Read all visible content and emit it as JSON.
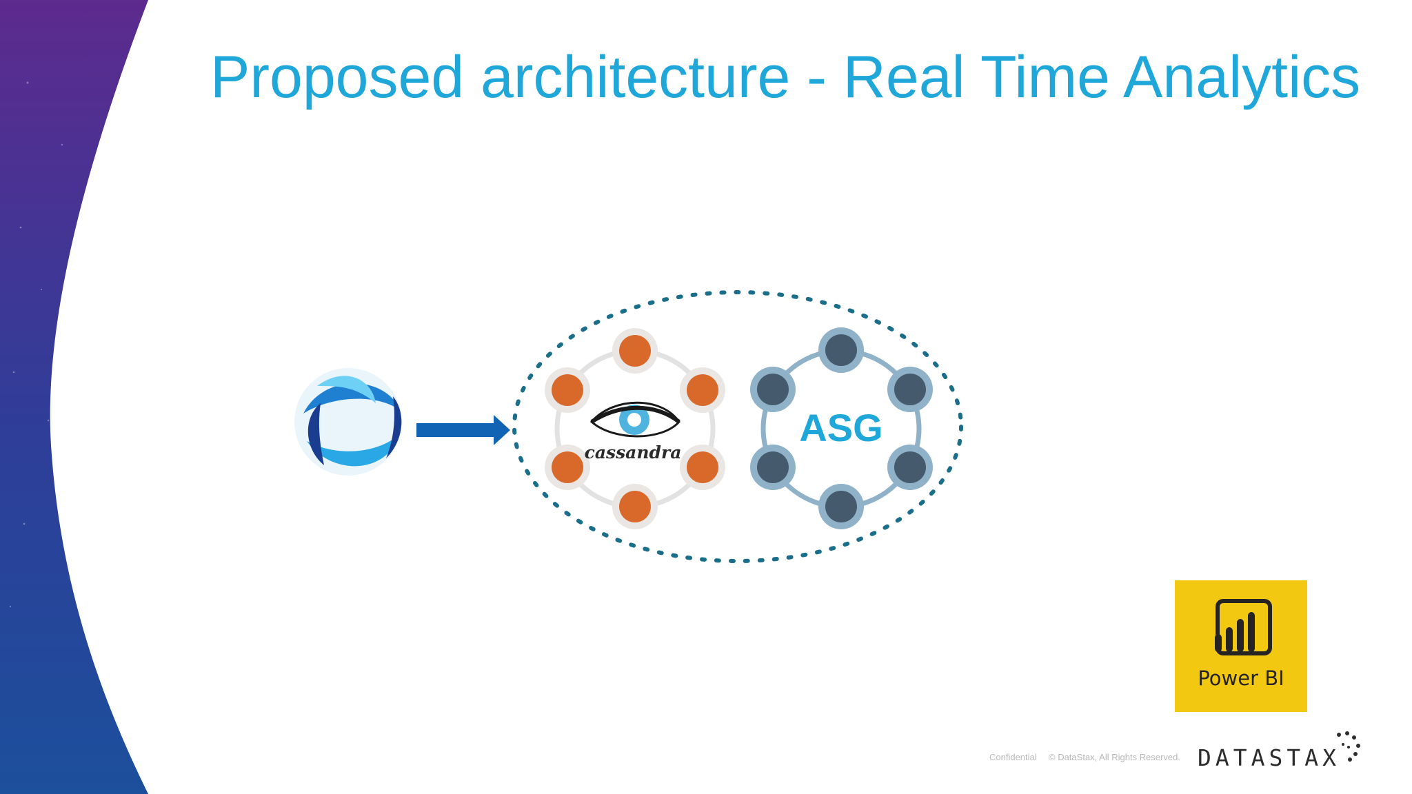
{
  "slide": {
    "title": "Proposed architecture - Real Time Analytics"
  },
  "colors": {
    "title": "#1fa7d9",
    "arrow": "#1164b4",
    "cassandra_node": "#d9692a",
    "asg_node": "#455a6c",
    "asg_ring": "#8fb2c8",
    "dotted_boundary": "#1a6e8a",
    "asg_label": "#1fa7d9",
    "powerbi_bg": "#f2c811"
  },
  "diagram": {
    "source_icon": "kafka-style-swirl-icon",
    "cassandra_label": "cassandra",
    "asg_label": "ASG"
  },
  "powerbi": {
    "label": "Power BI",
    "icon": "power-bi-chart-icon"
  },
  "footer": {
    "confidential": "Confidential",
    "copyright": "© DataStax, All Rights Reserved.",
    "brand": "DATASTAX"
  }
}
